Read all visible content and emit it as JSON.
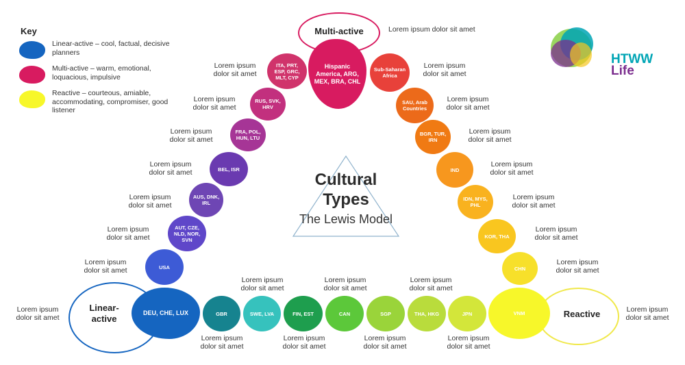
{
  "key": {
    "title": "Key",
    "items": [
      {
        "text": "Linear-active – cool, factual, decisive planners",
        "color": "#1565c0"
      },
      {
        "text": "Multi-active – warm, emotional, loquacious, impulsive",
        "color": "#d81b60"
      },
      {
        "text": "Reactive – courteous, amiable, accommodating, compromiser, good listener",
        "color": "#f7f72a"
      }
    ]
  },
  "center": {
    "title": "Cultural Types",
    "subtitle": "The Lewis Model"
  },
  "rings": {
    "multi": "Multi-active",
    "linear": "Linear-active",
    "reactive": "Reactive"
  },
  "lorem": "Lorem ipsum dolor sit amet",
  "brand": {
    "line1": "HTWW",
    "line2": "Life",
    "color1": "#00a5b5",
    "color2": "#7b2d8e"
  },
  "nodes": [
    {
      "id": "hispanic",
      "label": "Hispanic America, ARG, MEX, BRA, CHL",
      "color": "#d81b60"
    },
    {
      "id": "ita",
      "label": "ITA, PRT, ESP, GRC, MLT, CYP",
      "color": "#d0336b"
    },
    {
      "id": "rus",
      "label": "RUS, SVK, HRV",
      "color": "#c2307e"
    },
    {
      "id": "fra",
      "label": "FRA, POL, HUN, LTU",
      "color": "#a63596"
    },
    {
      "id": "bel",
      "label": "BEL, ISR",
      "color": "#6a3ab0"
    },
    {
      "id": "aus",
      "label": "AUS, DNK, IRL",
      "color": "#6e46b4"
    },
    {
      "id": "aut",
      "label": "AUT, CZE, NLD, NOR, SVN",
      "color": "#5f47c9"
    },
    {
      "id": "usa",
      "label": "USA",
      "color": "#3d5bd6"
    },
    {
      "id": "deu",
      "label": "DEU, CHE, LUX",
      "color": "#1565c0"
    },
    {
      "id": "gbr",
      "label": "GBR",
      "color": "#16838f"
    },
    {
      "id": "swe",
      "label": "SWE, LVA",
      "color": "#36c2bd"
    },
    {
      "id": "fin",
      "label": "FIN, EST",
      "color": "#1e9e4e"
    },
    {
      "id": "can",
      "label": "CAN",
      "color": "#5cc83a"
    },
    {
      "id": "sgp",
      "label": "SGP",
      "color": "#9ad43a"
    },
    {
      "id": "tha",
      "label": "THA, HKG",
      "color": "#b9dc3c"
    },
    {
      "id": "jpn",
      "label": "JPN",
      "color": "#d3e63a"
    },
    {
      "id": "vnm",
      "label": "VNM",
      "color": "#f7f72a"
    },
    {
      "id": "chn",
      "label": "CHN",
      "color": "#f7e02a"
    },
    {
      "id": "kor",
      "label": "KOR, THA",
      "color": "#f9c61f"
    },
    {
      "id": "idn",
      "label": "IDN, MYS, PHL",
      "color": "#f9b21f"
    },
    {
      "id": "ind",
      "label": "IND",
      "color": "#f7971e"
    },
    {
      "id": "bgr",
      "label": "BGR, TUR, IRN",
      "color": "#f07a13"
    },
    {
      "id": "sau",
      "label": "SAU, Arab Countries",
      "color": "#ec6a1a"
    },
    {
      "id": "ssa",
      "label": "Sub-Saharan Africa",
      "color": "#e8413a"
    }
  ]
}
